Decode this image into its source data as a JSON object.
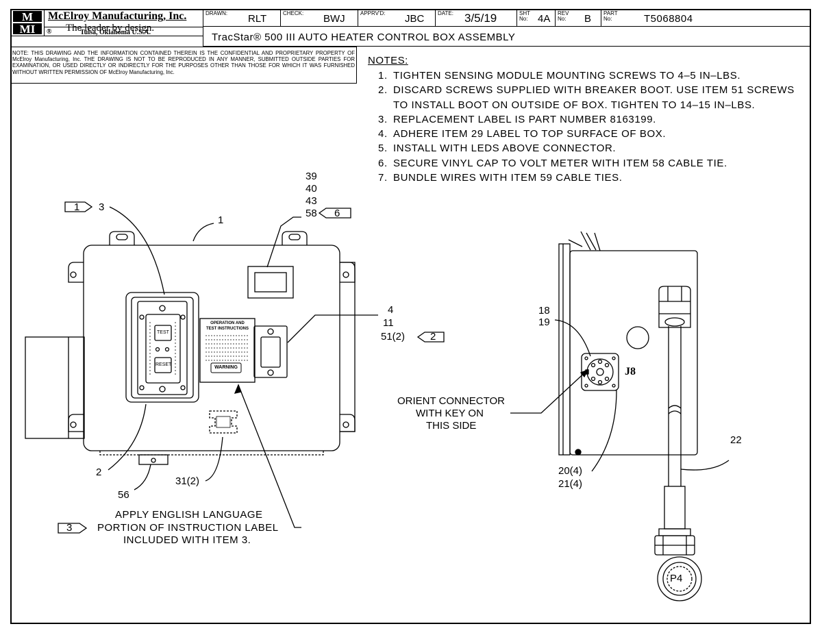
{
  "company": {
    "logo_text": "MMI",
    "name": "McElroy Manufacturing, Inc.",
    "slogan": "The leader by design.",
    "registered": "®",
    "location": "Tulsa, Oklahoma U.S.A."
  },
  "title_block": {
    "drawn_label": "DRAWN:",
    "drawn": "RLT",
    "check_label": "CHECK:",
    "check": "BWJ",
    "apprvd_label": "APPRV'D:",
    "apprvd": "JBC",
    "date_label": "DATE:",
    "date": "3/5/19",
    "sht_label": "SHT No:",
    "sht": "4A",
    "rev_label": "REV No:",
    "rev": "B",
    "part_label": "PART No:",
    "part": "T5068804",
    "title": "TracStar® 500 III AUTO HEATER CONTROL BOX ASSEMBLY"
  },
  "confidential_notice": "NOTE: THIS DRAWING AND THE INFORMATION CONTAINED THEREIN IS THE CONFIDENTIAL AND PROPRIETARY PROPERTY OF McElroy Manufacturing, Inc. THE DRAWING IS NOT TO BE REPRODUCED IN ANY MANNER, SUBMITTED OUTSIDE PARTIES FOR EXAMINATION, OR USED DIRECTLY OR INDIRECTLY FOR THE PURPOSES OTHER THAN THOSE FOR WHICH IT WAS FURNISHED WITHOUT WRITTEN PERMISSION OF McElroy Manufacturing, Inc.",
  "notes": {
    "title": "NOTES:",
    "items": [
      {
        "num": "1.",
        "text": "TIGHTEN SENSING MODULE MOUNTING SCREWS TO 4–5 IN–LBS."
      },
      {
        "num": "2.",
        "text": "DISCARD SCREWS SUPPLIED WITH BREAKER BOOT. USE ITEM 51 SCREWS TO INSTALL BOOT ON OUTSIDE OF BOX. TIGHTEN TO 14–15 IN–LBS."
      },
      {
        "num": "3.",
        "text": "REPLACEMENT LABEL IS PART NUMBER 8163199."
      },
      {
        "num": "4.",
        "text": "ADHERE ITEM 29 LABEL TO TOP SURFACE OF BOX."
      },
      {
        "num": "5.",
        "text": "INSTALL WITH LEDS ABOVE CONNECTOR."
      },
      {
        "num": "6.",
        "text": "SECURE VINYL CAP TO VOLT METER WITH ITEM 58 CABLE TIE."
      },
      {
        "num": "7.",
        "text": "BUNDLE WIRES WITH ITEM 59 CABLE TIES."
      }
    ]
  },
  "callouts": {
    "c1": "1",
    "c3": "3",
    "flag1": "1",
    "c39": "39",
    "c40": "40",
    "c43": "43",
    "c58": "58",
    "flag6": "6",
    "c4": "4",
    "c11": "11",
    "c51": "51(2)",
    "flag2": "2",
    "c18": "18",
    "c19": "19",
    "orient1": "ORIENT CONNECTOR",
    "orient2": "WITH KEY ON",
    "orient3": "THIS SIDE",
    "c22": "22",
    "c20": "20(4)",
    "c21": "21(4)",
    "c2": "2",
    "c56": "56",
    "c31": "31(2)",
    "flag3": "3",
    "apply1": "APPLY ENGLISH LANGUAGE",
    "apply2": "PORTION OF INSTRUCTION LABEL",
    "apply3": "INCLUDED WITH ITEM 3."
  },
  "labels": {
    "test": "TEST",
    "reset": "RESET",
    "op_title1": "OPERATION AND",
    "op_title2": "TEST INSTRUCTIONS",
    "warning": "WARNING",
    "j8": "J8",
    "p4": "P4"
  }
}
